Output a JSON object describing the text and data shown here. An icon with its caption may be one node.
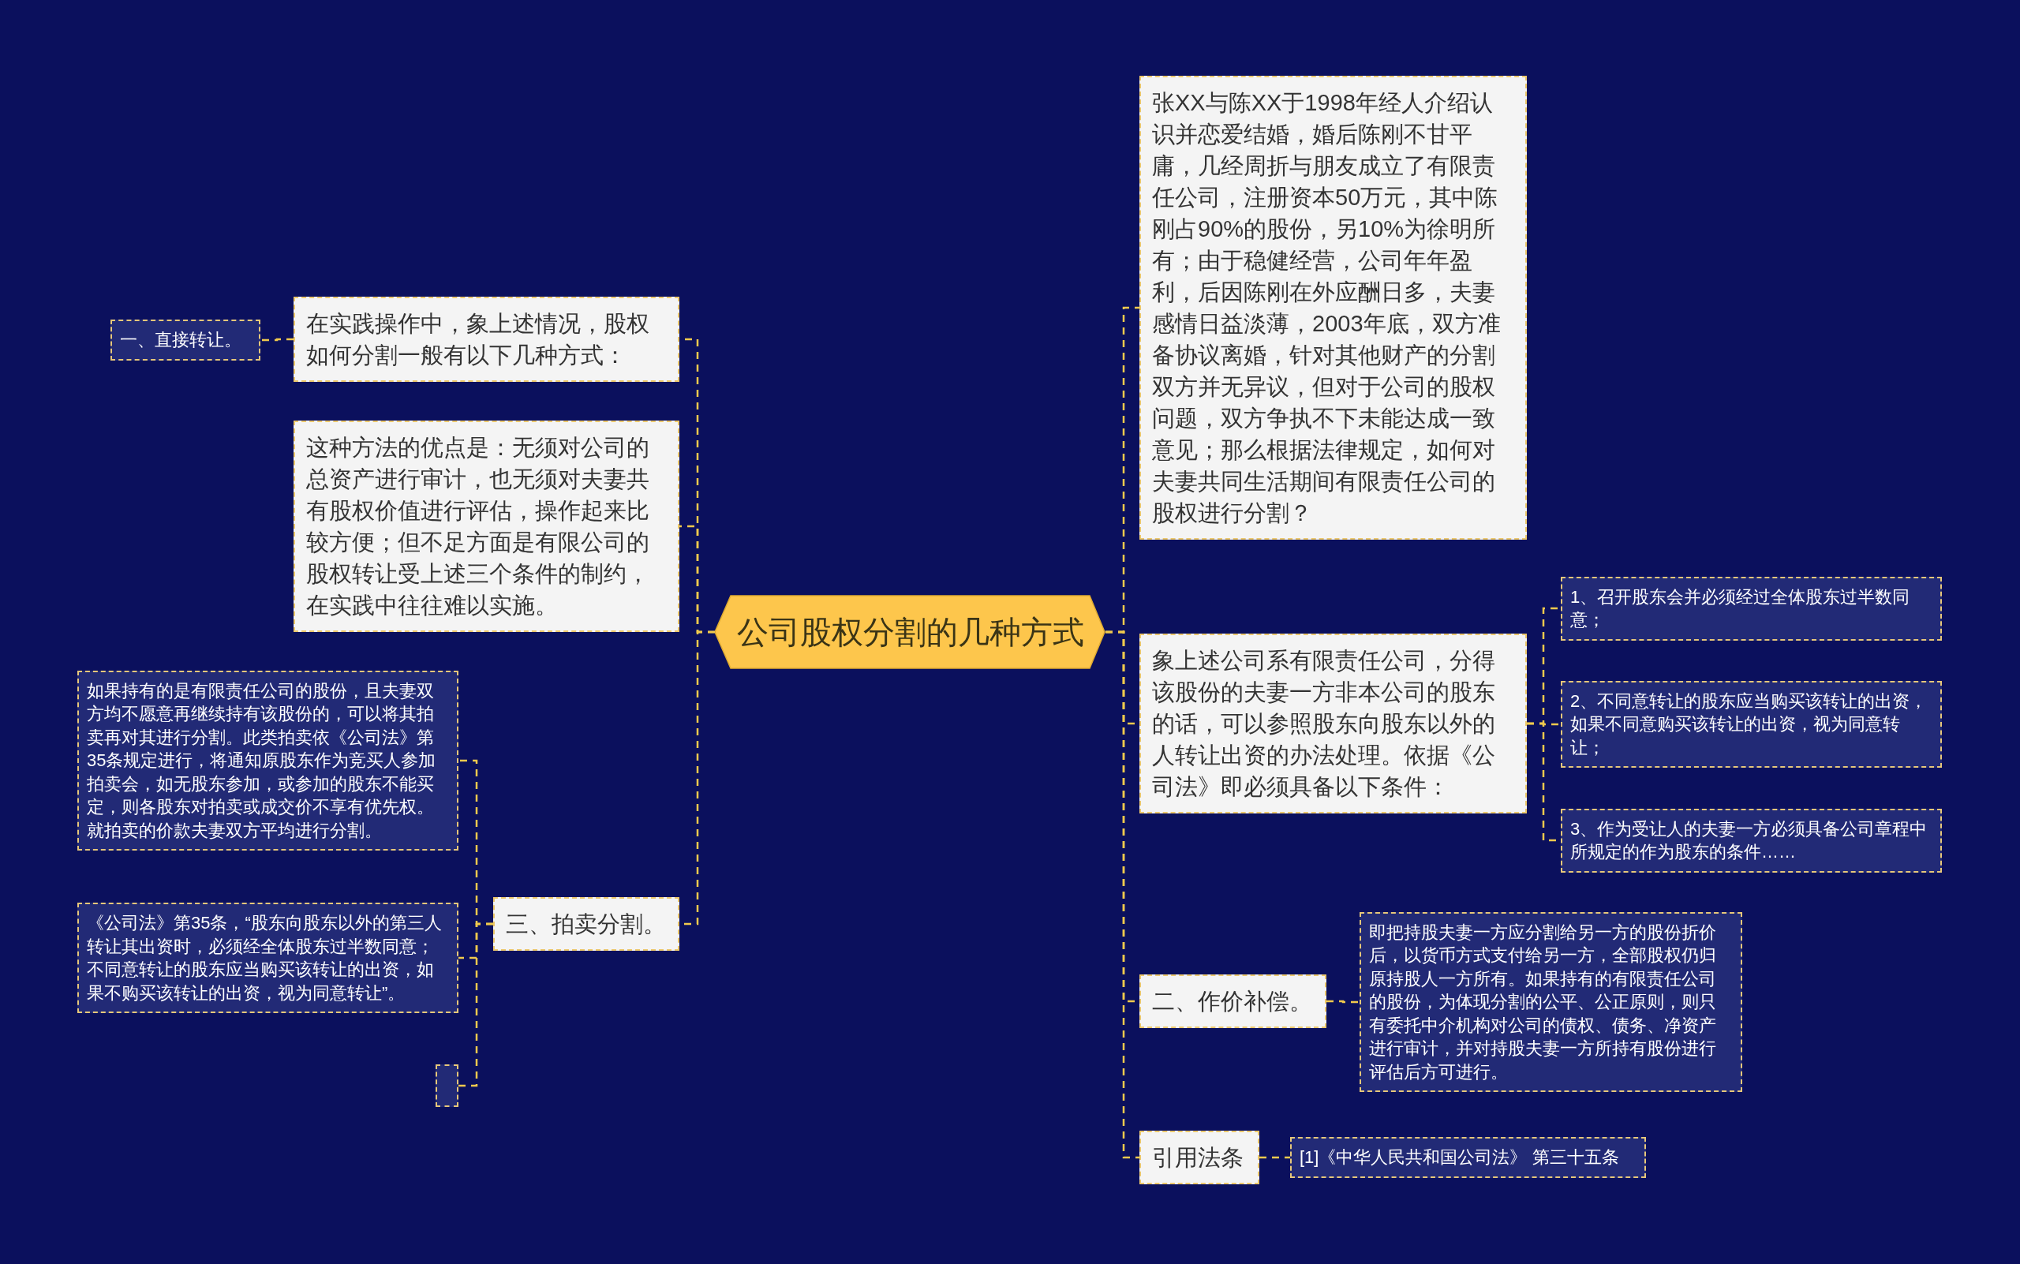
{
  "diagram": {
    "nodes": [
      {
        "text": [
          "公司股权分割的几种方式"
        ]
      },
      {
        "text": [
          "在实践操作中，象上述情况，股权如何分割一般有以下几种方式："
        ]
      },
      {
        "text": [
          "一、直接转让。"
        ]
      },
      {
        "text": [
          "这种方法的优点是：无须对公司的总资产进行审计，也无须对夫妻共有股权价值进行评估，操作起来比较方便；但不足方面是有限公司的股权转让受上述三个条件的制约，在实践中往往难以实施。"
        ]
      },
      {
        "text": [
          "三、拍卖分割。"
        ]
      },
      {
        "text": [
          "如果持有的是有限责任公司的股份，且夫妻双方均不愿意再继续持有该股份的，可以将其拍卖再对其进行分割。此类拍卖依《公司法》第35条规定进行，将通知原股东作为竞买人参加拍卖会，如无股东参加，或参加的股东不能买定，则各股东对拍卖或成交价不享有优先权。就拍卖的价款夫妻双方平均进行分割。"
        ]
      },
      {
        "text": [
          "《公司法》第35条，“股东向股东以外的第三人转让其出资时，必须经全体股东过半数同意；不同意转让的股东应当购买该转让的出资，如果不购买该转让的出资，视为同意转让”。"
        ]
      },
      {
        "text": [],
        "shape": "box"
      },
      {
        "text": [
          "张XX与陈XX于1998年经人介绍认识并恋爱结婚，婚后陈刚不甘平庸，几经周折与朋友成立了有限责任公司，注册资本50万元，其中陈刚占90%的股份，另10%为徐明所有；由于稳健经营，公司年年盈利，后因陈刚在外应酬日多，夫妻感情日益淡薄，2003年底，双方准备协议离婚，针对其他财产的分割双方并无异议，但对于公司的股权问题，双方争执不下未能达成一致意见；那么根据法律规定，如何对夫妻共同生活期间有限责任公司的股权进行分割？"
        ]
      },
      {
        "text": [
          "象上述公司系有限责任公司，分得该股份的夫妻一方非本公司的股东的话，可以参照股东向股东以外的人转让出资的办法处理。依据《公司法》即必须具备以下条件："
        ]
      },
      {
        "text": [
          "1、召开股东会并必须经过全体股东过半数同意；"
        ]
      },
      {
        "text": [
          "2、不同意转让的股东应当购买该转让的出资，如果不同意购买该转让的出资，视为同意转让；"
        ]
      },
      {
        "text": [
          "3、作为受让人的夫妻一方必须具备公司章程中所规定的作为股东的条件……"
        ]
      },
      {
        "text": [
          "二、作价补偿。"
        ]
      },
      {
        "text": [
          "即把持股夫妻一方应分割给另一方的股份折价后，以货币方式支付给另一方，全部股权仍归原持股人一方所有。如果持有的有限责任公司的股份，为体现分割的公平、公正原则，则只有委托中介机构对公司的债权、债务、净资产进行审计，并对持股夫妻一方所持有股份进行评估后方可进行。"
        ]
      },
      {
        "text": [
          "引用法条"
        ]
      },
      {
        "text": [
          "[1]《中华人民共和国公司法》 第三十五条"
        ]
      }
    ],
    "edges": [
      {
        "from": 0,
        "to": 1,
        "arrow": "none",
        "style": "dashed"
      },
      {
        "from": 1,
        "to": 2,
        "arrow": "none",
        "style": "dashed"
      },
      {
        "from": 0,
        "to": 3,
        "arrow": "none",
        "style": "dashed"
      },
      {
        "from": 0,
        "to": 4,
        "arrow": "none",
        "style": "dashed"
      },
      {
        "from": 4,
        "to": 5,
        "arrow": "none",
        "style": "dashed"
      },
      {
        "from": 4,
        "to": 6,
        "arrow": "none",
        "style": "dashed"
      },
      {
        "from": 4,
        "to": 7,
        "arrow": "none",
        "style": "dashed"
      },
      {
        "from": 0,
        "to": 8,
        "arrow": "none",
        "style": "dashed"
      },
      {
        "from": 0,
        "to": 9,
        "arrow": "none",
        "style": "dashed"
      },
      {
        "from": 9,
        "to": 10,
        "arrow": "none",
        "style": "dashed"
      },
      {
        "from": 9,
        "to": 11,
        "arrow": "none",
        "style": "dashed"
      },
      {
        "from": 9,
        "to": 12,
        "arrow": "none",
        "style": "dashed"
      },
      {
        "from": 0,
        "to": 13,
        "arrow": "none",
        "style": "dashed"
      },
      {
        "from": 13,
        "to": 14,
        "arrow": "none",
        "style": "dashed"
      },
      {
        "from": 0,
        "to": 15,
        "arrow": "none",
        "style": "dashed"
      },
      {
        "from": 15,
        "to": 16,
        "arrow": "none",
        "style": "dashed"
      }
    ]
  }
}
